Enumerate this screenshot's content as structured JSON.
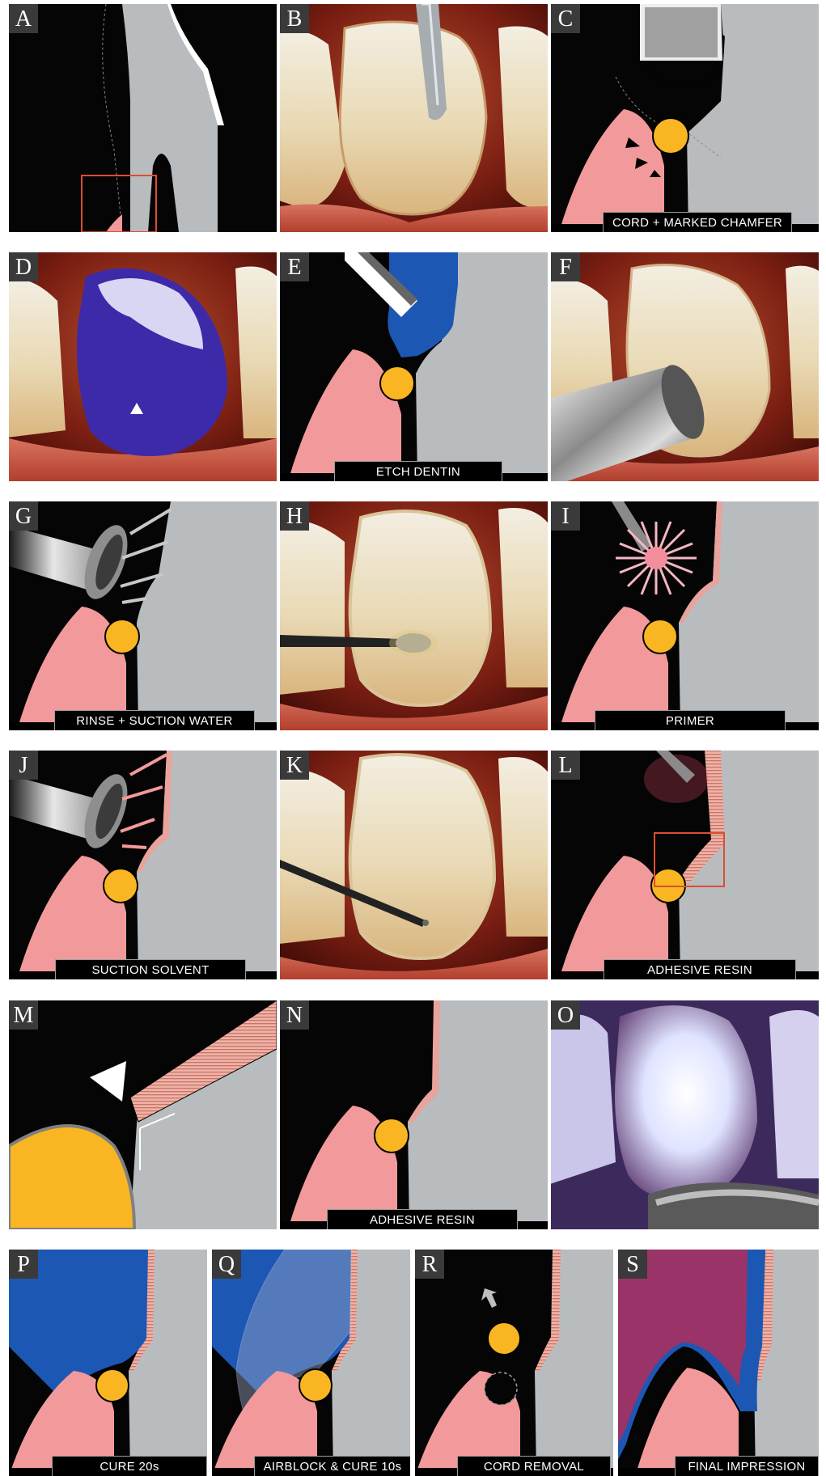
{
  "colors": {
    "black": "#050505",
    "tooth": "#b9bcbf",
    "gum": "#f29a9b",
    "cord": "#f9b622",
    "etch_blue": "#1d57b4",
    "adhesive_pink": "#e8a39c",
    "impression_purple": "#9a3367",
    "marker_red": "#d9502f"
  },
  "panels": [
    {
      "letter": "A",
      "caption": ""
    },
    {
      "letter": "B",
      "caption": ""
    },
    {
      "letter": "C",
      "caption": "CORD + MARKED CHAMFER"
    },
    {
      "letter": "D",
      "caption": ""
    },
    {
      "letter": "E",
      "caption": "ETCH DENTIN"
    },
    {
      "letter": "F",
      "caption": ""
    },
    {
      "letter": "G",
      "caption": "RINSE + SUCTION WATER"
    },
    {
      "letter": "H",
      "caption": ""
    },
    {
      "letter": "I",
      "caption": "PRIMER"
    },
    {
      "letter": "J",
      "caption": "SUCTION SOLVENT"
    },
    {
      "letter": "K",
      "caption": ""
    },
    {
      "letter": "L",
      "caption": "ADHESIVE RESIN"
    },
    {
      "letter": "M",
      "caption": ""
    },
    {
      "letter": "N",
      "caption": "ADHESIVE RESIN"
    },
    {
      "letter": "O",
      "caption": ""
    },
    {
      "letter": "P",
      "caption": "CURE 20s"
    },
    {
      "letter": "Q",
      "caption": "AIRBLOCK & CURE 10s"
    },
    {
      "letter": "R",
      "caption": "CORD REMOVAL"
    },
    {
      "letter": "S",
      "caption": "FINAL IMPRESSION"
    }
  ]
}
